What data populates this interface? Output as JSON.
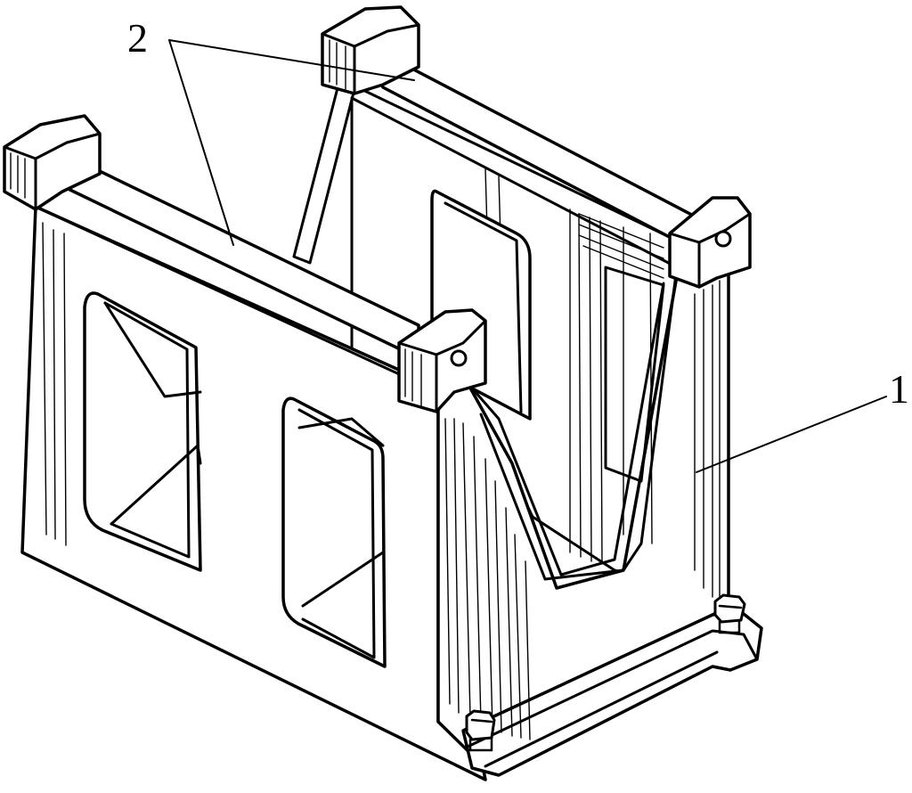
{
  "callouts": [
    {
      "id": "frame",
      "label": "1"
    },
    {
      "id": "rods",
      "label": "2"
    }
  ],
  "colors": {
    "ink": "#000000",
    "paper": "#ffffff"
  }
}
